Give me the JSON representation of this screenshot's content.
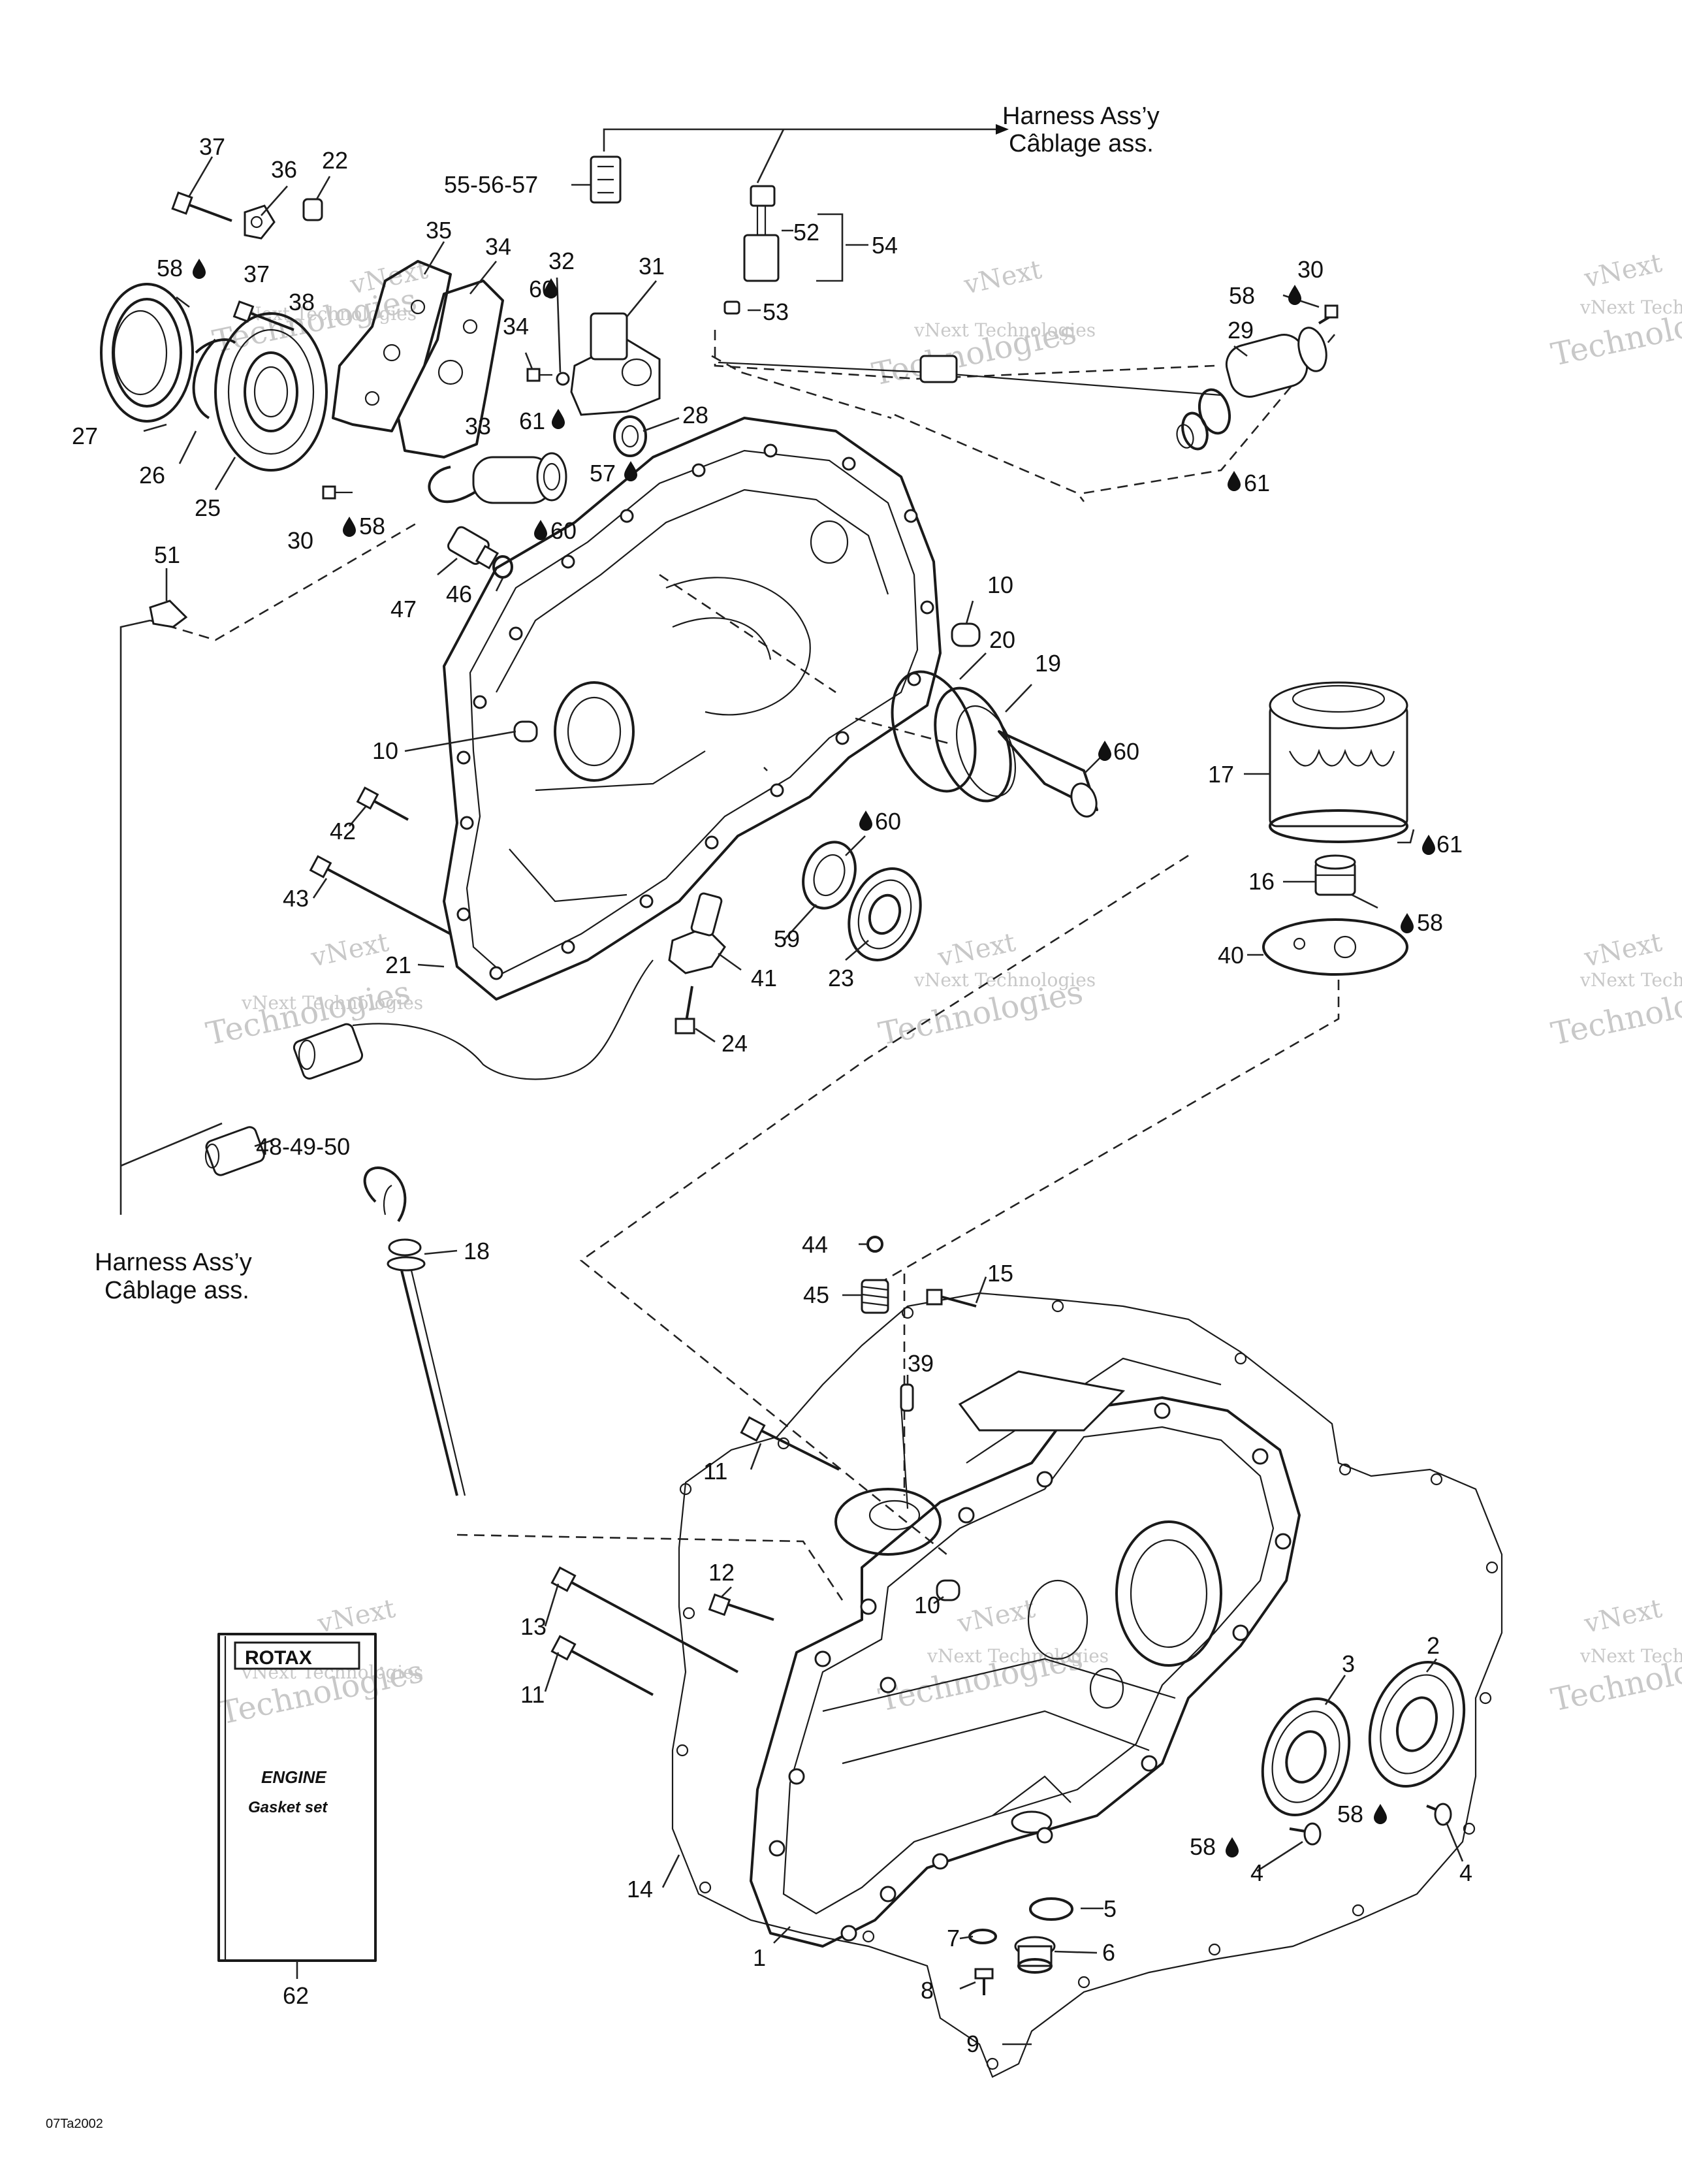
{
  "harness_top": [
    "Harness Ass’y",
    "Câblage ass."
  ],
  "harness_left": [
    "Harness Ass’y",
    "Câblage ass."
  ],
  "watermark": [
    "vNext",
    "vNext Technologies",
    "Technologies"
  ],
  "drawing_id": "07Ta2002",
  "kit": {
    "brand": "ROTAX",
    "line1": "ENGINE",
    "line2": "Gasket set",
    "number": "62"
  },
  "callouts": [
    {
      "id": "c37a",
      "text": "37"
    },
    {
      "id": "c36",
      "text": "36"
    },
    {
      "id": "c22",
      "text": "22"
    },
    {
      "id": "c5557",
      "text": "55-56-57"
    },
    {
      "id": "c52",
      "text": "52"
    },
    {
      "id": "c54",
      "text": "54"
    },
    {
      "id": "c53",
      "text": "53"
    },
    {
      "id": "c35",
      "text": "35"
    },
    {
      "id": "c34a",
      "text": "34"
    },
    {
      "id": "c32",
      "text": "32"
    },
    {
      "id": "c31",
      "text": "31"
    },
    {
      "id": "c30a",
      "text": "30"
    },
    {
      "id": "c58a",
      "text": "58"
    },
    {
      "id": "c37b",
      "text": "37"
    },
    {
      "id": "c38",
      "text": "38"
    },
    {
      "id": "c60a",
      "text": "60"
    },
    {
      "id": "c34b",
      "text": "34"
    },
    {
      "id": "c58b",
      "text": "58"
    },
    {
      "id": "c29",
      "text": "29"
    },
    {
      "id": "c27",
      "text": "27"
    },
    {
      "id": "c26",
      "text": "26"
    },
    {
      "id": "c25",
      "text": "25"
    },
    {
      "id": "c33",
      "text": "33"
    },
    {
      "id": "c61a",
      "text": "61"
    },
    {
      "id": "c28",
      "text": "28"
    },
    {
      "id": "c57",
      "text": "57"
    },
    {
      "id": "c61b",
      "text": "61"
    },
    {
      "id": "c30b",
      "text": "30"
    },
    {
      "id": "c58c",
      "text": "58"
    },
    {
      "id": "c60b",
      "text": "60"
    },
    {
      "id": "c47",
      "text": "47"
    },
    {
      "id": "c46",
      "text": "46"
    },
    {
      "id": "c51",
      "text": "51"
    },
    {
      "id": "c10a",
      "text": "10"
    },
    {
      "id": "c20",
      "text": "20"
    },
    {
      "id": "c19",
      "text": "19"
    },
    {
      "id": "c10b",
      "text": "10"
    },
    {
      "id": "c60c",
      "text": "60"
    },
    {
      "id": "c17",
      "text": "17"
    },
    {
      "id": "c42",
      "text": "42"
    },
    {
      "id": "c60d",
      "text": "60"
    },
    {
      "id": "c61c",
      "text": "61"
    },
    {
      "id": "c43",
      "text": "43"
    },
    {
      "id": "c16",
      "text": "16"
    },
    {
      "id": "c58d",
      "text": "58"
    },
    {
      "id": "c59",
      "text": "59"
    },
    {
      "id": "c23",
      "text": "23"
    },
    {
      "id": "c40",
      "text": "40"
    },
    {
      "id": "c21",
      "text": "21"
    },
    {
      "id": "c41",
      "text": "41"
    },
    {
      "id": "c24",
      "text": "24"
    },
    {
      "id": "c484950",
      "text": "48-49-50"
    },
    {
      "id": "c18",
      "text": "18"
    },
    {
      "id": "c44",
      "text": "44"
    },
    {
      "id": "c15",
      "text": "15"
    },
    {
      "id": "c45",
      "text": "45"
    },
    {
      "id": "c39",
      "text": "39"
    },
    {
      "id": "c11a",
      "text": "11"
    },
    {
      "id": "c12",
      "text": "12"
    },
    {
      "id": "c10c",
      "text": "10"
    },
    {
      "id": "c13",
      "text": "13"
    },
    {
      "id": "c11b",
      "text": "11"
    },
    {
      "id": "c3",
      "text": "3"
    },
    {
      "id": "c2",
      "text": "2"
    },
    {
      "id": "c58e",
      "text": "58"
    },
    {
      "id": "c58f",
      "text": "58"
    },
    {
      "id": "c4a",
      "text": "4"
    },
    {
      "id": "c4b",
      "text": "4"
    },
    {
      "id": "c14",
      "text": "14"
    },
    {
      "id": "c5",
      "text": "5"
    },
    {
      "id": "c7",
      "text": "7"
    },
    {
      "id": "c6",
      "text": "6"
    },
    {
      "id": "c1",
      "text": "1"
    },
    {
      "id": "c8",
      "text": "8"
    },
    {
      "id": "c9",
      "text": "9"
    }
  ]
}
